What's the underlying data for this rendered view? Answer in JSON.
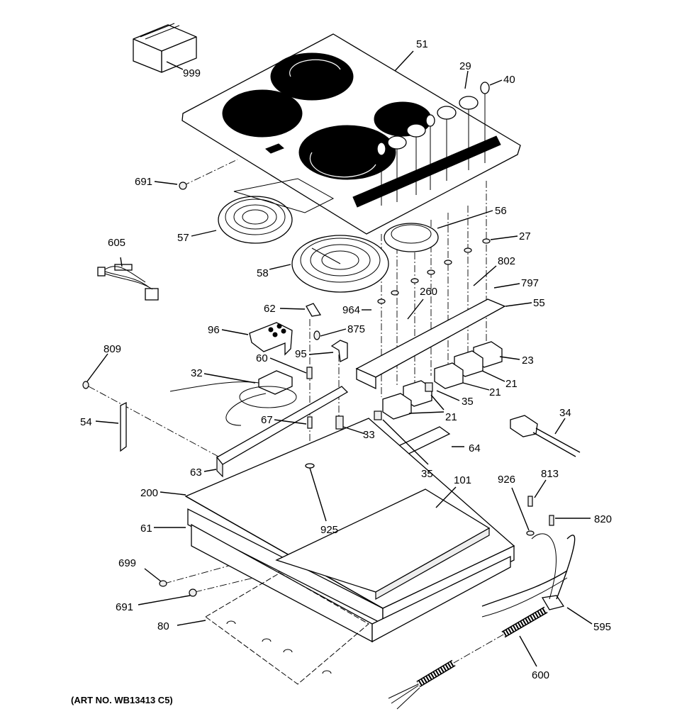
{
  "title": "Cooktop exploded parts diagram",
  "art_number": "(ART NO. WB13413 C5)",
  "callouts": [
    {
      "id": "999",
      "part": "literature-box"
    },
    {
      "id": "51",
      "part": "glass-cooktop"
    },
    {
      "id": "29",
      "part": "control-knob"
    },
    {
      "id": "40",
      "part": "small-knob"
    },
    {
      "id": "691",
      "part": "screw"
    },
    {
      "id": "57",
      "part": "surface-element-large"
    },
    {
      "id": "56",
      "part": "surface-element-rear"
    },
    {
      "id": "27",
      "part": "knob-grommet"
    },
    {
      "id": "605",
      "part": "wire-harness"
    },
    {
      "id": "58",
      "part": "surface-element-front"
    },
    {
      "id": "802",
      "part": "screw"
    },
    {
      "id": "797",
      "part": "screw"
    },
    {
      "id": "260",
      "part": "bracket-wire"
    },
    {
      "id": "62",
      "part": "bracket"
    },
    {
      "id": "964",
      "part": "screw"
    },
    {
      "id": "55",
      "part": "switch-bracket"
    },
    {
      "id": "875",
      "part": "screw"
    },
    {
      "id": "96",
      "part": "terminal-bracket"
    },
    {
      "id": "95",
      "part": "bracket"
    },
    {
      "id": "809",
      "part": "screw"
    },
    {
      "id": "60",
      "part": "spring"
    },
    {
      "id": "32",
      "part": "terminal-block"
    },
    {
      "id": "23",
      "part": "infinite-switch"
    },
    {
      "id": "21",
      "part": "infinite-switch"
    },
    {
      "id": "35",
      "part": "indicator-light"
    },
    {
      "id": "54",
      "part": "hold-down-bracket"
    },
    {
      "id": "67",
      "part": "stud"
    },
    {
      "id": "33",
      "part": "spacer"
    },
    {
      "id": "34",
      "part": "hot-light"
    },
    {
      "id": "64",
      "part": "channel"
    },
    {
      "id": "63",
      "part": "channel"
    },
    {
      "id": "101",
      "part": "insulation"
    },
    {
      "id": "200",
      "part": "gasket"
    },
    {
      "id": "926",
      "part": "washer"
    },
    {
      "id": "813",
      "part": "screw"
    },
    {
      "id": "61",
      "part": "burner-box"
    },
    {
      "id": "925",
      "part": "grommet"
    },
    {
      "id": "820",
      "part": "screw"
    },
    {
      "id": "699",
      "part": "screw"
    },
    {
      "id": "691b",
      "part": "screw"
    },
    {
      "id": "595",
      "part": "junction-box"
    },
    {
      "id": "80",
      "part": "bottom-cover"
    },
    {
      "id": "600",
      "part": "conduit"
    }
  ],
  "labels": {
    "l999": "999",
    "l51": "51",
    "l29": "29",
    "l40": "40",
    "l691a": "691",
    "l57": "57",
    "l56": "56",
    "l27": "27",
    "l605": "605",
    "l58": "58",
    "l802": "802",
    "l797": "797",
    "l260": "260",
    "l62": "62",
    "l964": "964",
    "l55": "55",
    "l875": "875",
    "l96": "96",
    "l95": "95",
    "l809": "809",
    "l60": "60",
    "l32": "32",
    "l23": "23",
    "l21a": "21",
    "l21b": "21",
    "l35a": "35",
    "l21c": "21",
    "l54": "54",
    "l67": "67",
    "l33": "33",
    "l34": "34",
    "l64": "64",
    "l63": "63",
    "l35b": "35",
    "l101": "101",
    "l200": "200",
    "l926": "926",
    "l813": "813",
    "l61": "61",
    "l925": "925",
    "l820": "820",
    "l699": "699",
    "l691b": "691",
    "l595": "595",
    "l80": "80",
    "l600": "600"
  }
}
